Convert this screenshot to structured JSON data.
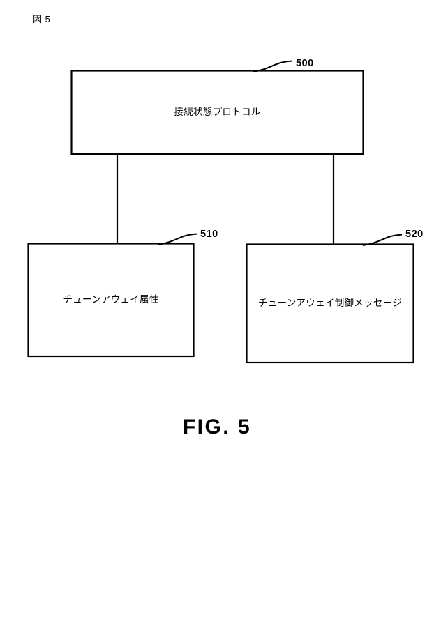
{
  "figure": {
    "header_label": "図 5",
    "caption": "FIG. 5",
    "ink_color": "#000000",
    "background_color": "#ffffff"
  },
  "nodes": [
    {
      "id": "connection-state-protocol",
      "label": "接続状態プロトコル",
      "ref": "500"
    },
    {
      "id": "tune-away-attributes",
      "label": "チューンアウェイ属性",
      "ref": "510"
    },
    {
      "id": "tune-away-control-message",
      "label": "チューンアウェイ制御メッセージ",
      "ref": "520"
    }
  ],
  "connections": [
    {
      "from": "connection-state-protocol",
      "to": "tune-away-attributes"
    },
    {
      "from": "connection-state-protocol",
      "to": "tune-away-control-message"
    }
  ]
}
